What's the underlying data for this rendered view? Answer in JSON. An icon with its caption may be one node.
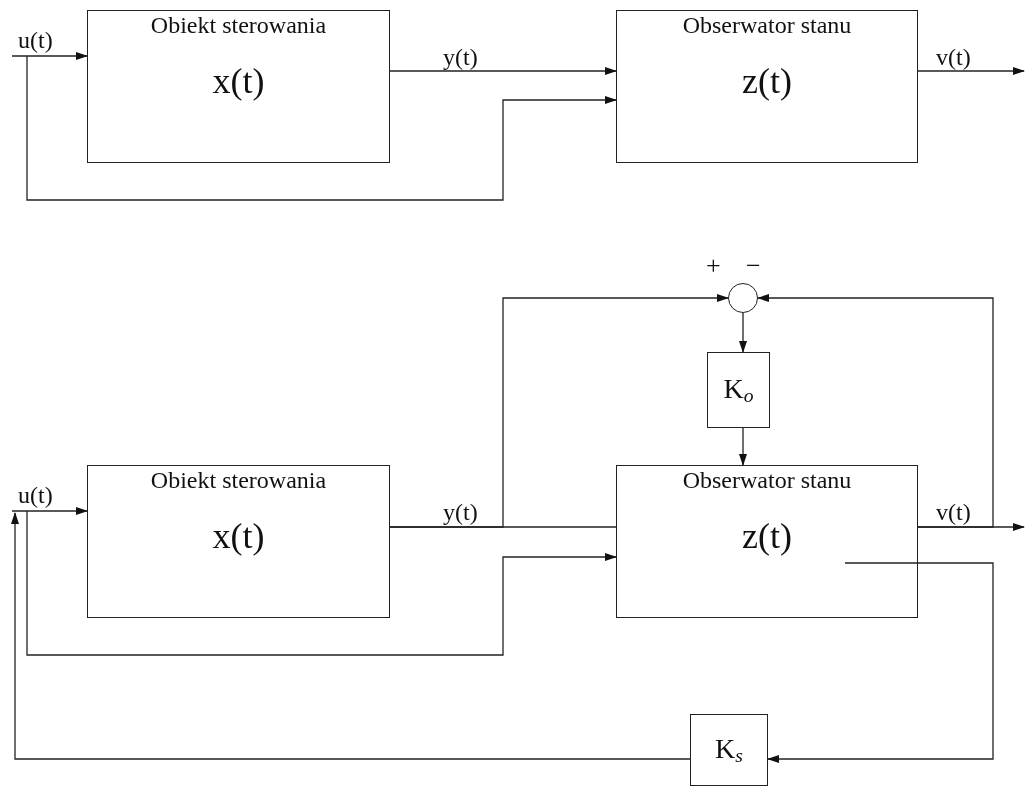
{
  "diagram": {
    "nodes": [
      {
        "text": [
          "Obiekt sterowania",
          "x(t)"
        ]
      },
      {
        "text": [
          "Obserwator stanu",
          "z(t)"
        ]
      },
      {
        "text": [
          "Obiekt sterowania",
          "x(t)"
        ]
      },
      {
        "text": [
          "Obserwator stanu",
          "z(t)"
        ]
      },
      {
        "text": [],
        "shape": "circle",
        "beside": [
          "+",
          "−"
        ]
      },
      {
        "text": [
          "K$_{o}$"
        ]
      },
      {
        "text": [
          "K$_{s}$"
        ]
      }
    ],
    "edges": [
      {
        "from": null,
        "to": 0,
        "arrow": "to",
        "label": "u(t)"
      },
      {
        "from": 0,
        "to": 1,
        "arrow": "to",
        "label": "y(t)"
      },
      {
        "from": 1,
        "to": null,
        "arrow": "to",
        "label": "v(t)"
      },
      {
        "from": null,
        "to": 1,
        "arrow": "to"
      },
      {
        "from": null,
        "to": 2,
        "arrow": "to",
        "label": "u(t)"
      },
      {
        "from": 2,
        "to": 3,
        "arrow": "none",
        "label": "y(t)"
      },
      {
        "from": 2,
        "to": 4,
        "arrow": "to"
      },
      {
        "from": 3,
        "to": null,
        "arrow": "to",
        "label": "v(t)"
      },
      {
        "from": 3,
        "to": 4,
        "arrow": "to"
      },
      {
        "from": 4,
        "to": 5,
        "arrow": "to"
      },
      {
        "from": 5,
        "to": 3,
        "arrow": "to"
      },
      {
        "from": null,
        "to": 3,
        "arrow": "to"
      },
      {
        "from": 3,
        "to": 6,
        "arrow": "to"
      },
      {
        "from": 6,
        "to": null,
        "arrow": "to"
      }
    ]
  }
}
